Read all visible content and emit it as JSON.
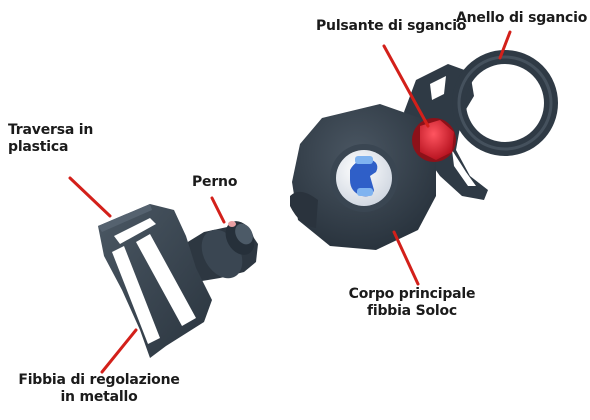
{
  "labels": {
    "traversa": [
      "Traversa in",
      "plastica"
    ],
    "perno": "Perno",
    "pulsante": "Pulsante di sgancio",
    "anello": "Anello di sgancio",
    "corpo": [
      "Corpo principale",
      "fibbia Soloc"
    ],
    "fibbia": [
      "Fibbia di regolazione",
      "in metallo"
    ]
  },
  "colors": {
    "leader_line": "#d3201a",
    "plastic_dark": "#2f3a45",
    "plastic_mid": "#3e4a56",
    "plastic_light": "#55626f",
    "release_button": "#d81d2a",
    "logo_blue": "#2f5fc8",
    "logo_disc": "#e9edf3"
  }
}
